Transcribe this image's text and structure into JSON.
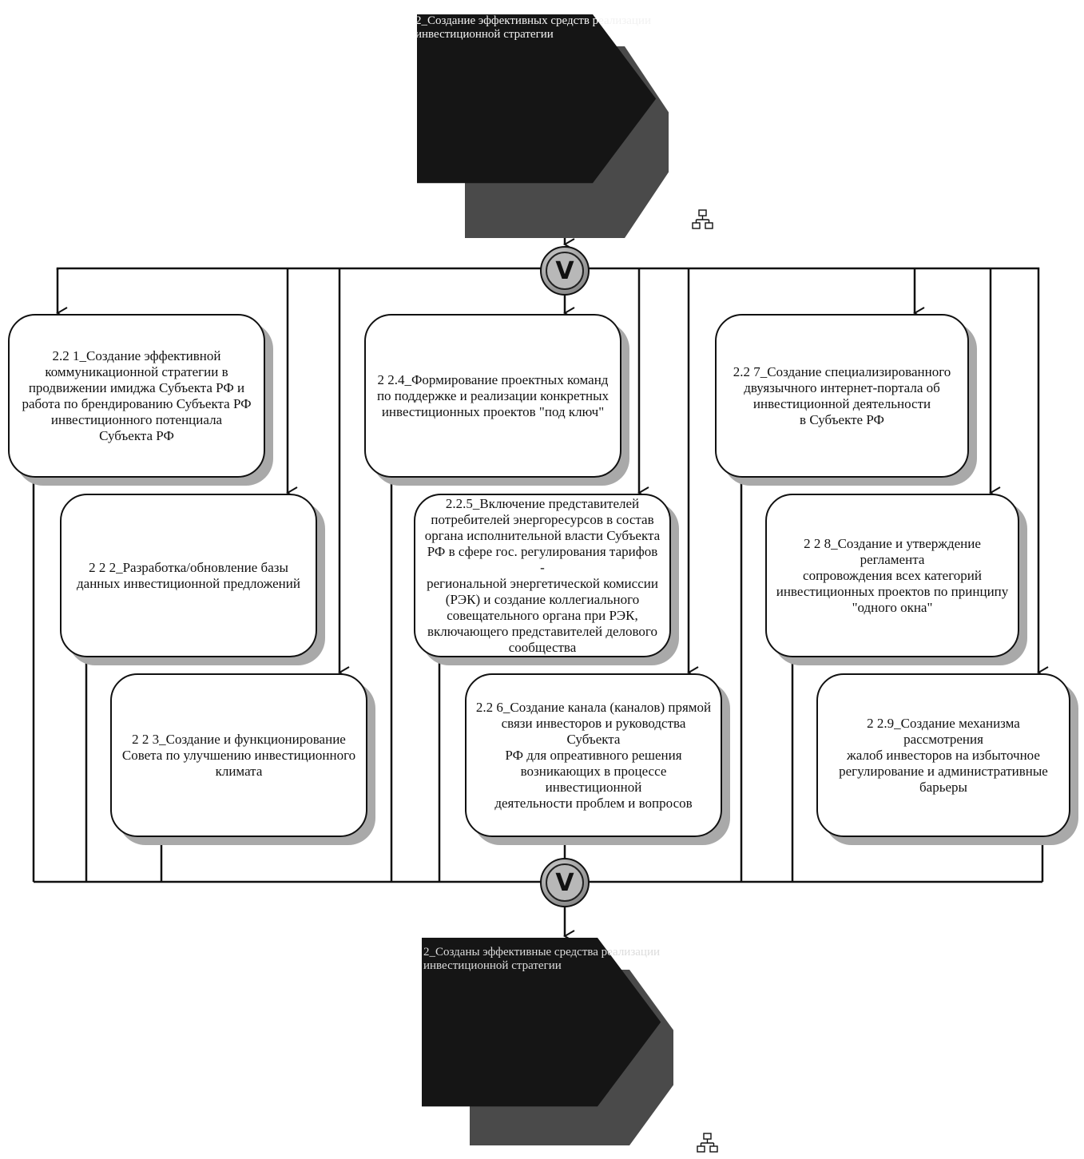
{
  "top_event": {
    "label": "2_Создание эффективных средств реализации\nинвестиционной стратегии",
    "icon": "hierarchy-icon"
  },
  "split_gate": {
    "symbol": "V",
    "icon": "or-connector-icon"
  },
  "join_gate": {
    "symbol": "V",
    "icon": "or-connector-icon"
  },
  "functions": [
    {
      "id": "2.2.1",
      "label": "2.2 1_Создание эффективной\nкоммуникационной стратегии в\nпродвижении имиджа Субъекта РФ и\nработа по брендированию Субъекта РФ\nинвестиционного потенциала\nСубъекта РФ"
    },
    {
      "id": "2.2.2",
      "label": "2 2 2_Разработка/обновление базы\nданных инвестиционной предложений"
    },
    {
      "id": "2.2.3",
      "label": "2 2 3_Создание и функционирование\nСовета по улучшению инвестиционного\nклимата"
    },
    {
      "id": "2.2.4",
      "label": "2 2.4_Формирование проектных команд\nпо поддержке и реализации конкретных\nинвестиционных проектов \"под ключ\""
    },
    {
      "id": "2.2.5",
      "label": "2.2.5_Включение представителей\nпотребителей энергоресурсов в состав\nоргана исполнительной власти Субъекта\nРФ в сфере гос. регулирования тарифов -\nрегиональной энергетической комиссии\n(РЭК) и создание коллегиального\nсовещательного органа при РЭК,\nвключающего представителей делового\nсообщества"
    },
    {
      "id": "2.2.6",
      "label": "2.2 6_Создание канала (каналов) прямой\nсвязи инвесторов и руководства Субъекта\nРФ для опреативного решения\nвозникающих в процессе инвестиционной\nдеятельности проблем и вопросов"
    },
    {
      "id": "2.2.7",
      "label": "2.2 7_Создание специализированного\nдвуязычного интернет-портала об\nинвестиционной деятельности\nв Субъекте РФ"
    },
    {
      "id": "2.2.8",
      "label": "2 2 8_Создание и утверждение регламента\nсопровождения всех категорий\nинвестиционных проектов по принципу\n\"одного окна\""
    },
    {
      "id": "2.2.9",
      "label": "2 2.9_Создание механизма рассмотрения\nжалоб инвесторов на избыточное\nрегулирование и административные\nбарьеры"
    }
  ],
  "bottom_event": {
    "label": "2_Созданы эффективные средства реализации\nинвестиционной стратегии",
    "icon": "hierarchy-icon"
  },
  "colors": {
    "event_fill": "#151515",
    "event_shadow": "#4a4a4a",
    "box_shadow": "#a9a9a9",
    "line": "#111111"
  }
}
